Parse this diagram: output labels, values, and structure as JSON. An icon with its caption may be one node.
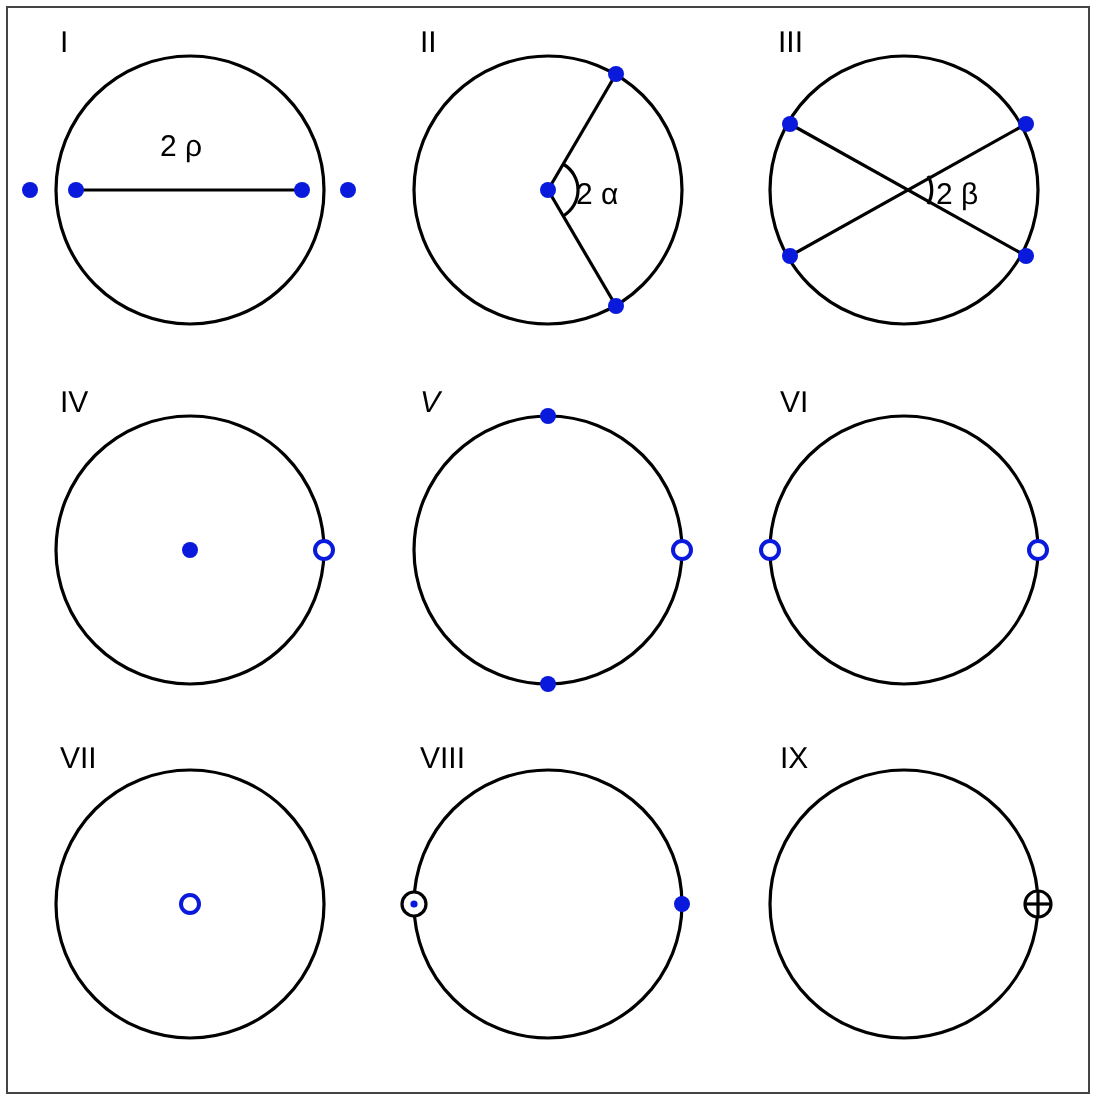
{
  "diagram": {
    "labels": [
      "I",
      "2 ρ",
      "II",
      "2 α",
      "III",
      "2 β",
      "IV",
      "V",
      "VI",
      "VII",
      "VIII",
      "IX"
    ]
  }
}
